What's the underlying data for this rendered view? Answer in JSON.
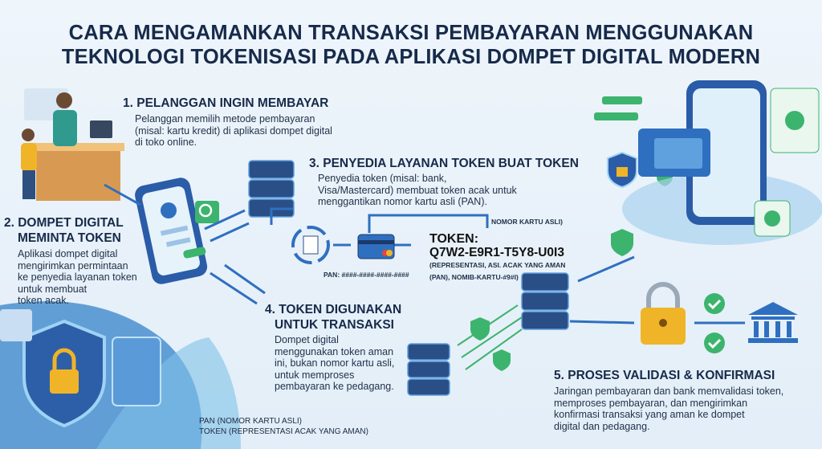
{
  "title": {
    "line1": "CARA MENGAMANKAN TRANSAKSI PEMBAYARAN MENGGUNAKAN",
    "line2": "TEKNOLOGI TOKENISASI PADA APLIKASI DOMPET DIGITAL MODERN"
  },
  "steps": [
    {
      "heading": "1. PELANGGAN INGIN MEMBAYAR",
      "body": [
        "Pelanggan memilih metode pembayaran",
        "(misal: kartu kredit) di aplikasi dompet digital",
        "di toko online."
      ]
    },
    {
      "heading": [
        "2. DOMPET DIGITAL",
        "MEMINTA TOKEN"
      ],
      "body": [
        "Aplikasi dompet digital",
        "mengirimkan permintaan",
        "ke penyedia layanan token",
        "untuk membuat",
        "token acak."
      ]
    },
    {
      "heading": "3. PENYEDIA LAYANAN TOKEN BUAT TOKEN",
      "body": [
        "Penyedia token (misal: bank,",
        "Visa/Mastercard) membuat token acak untuk",
        "menggantikan nomor kartu asli (PAN)."
      ]
    },
    {
      "heading": [
        "4. TOKEN DIGUNAKAN",
        "UNTUK TRANSAKSI"
      ],
      "body": [
        "Dompet digital",
        "menggunakan token aman",
        "ini, bukan nomor kartu asli,",
        "untuk memproses",
        "pembayaran ke pedagang."
      ]
    },
    {
      "heading": "5. PROSES VALIDASI & KONFIRMASI",
      "body": [
        "Jaringan pembayaran dan bank memvalidasi token,",
        "memproses pembayaran, dan mengirimkan",
        "konfirmasi transaksi yang aman ke dompet",
        "digital dan pedagang."
      ]
    }
  ],
  "token_panel": {
    "nomor_label": "NOMOR KARTU ASLI)",
    "token_label": "TOKEN:",
    "token_value": "Q7W2-E9R1-T5Y8-U0I3",
    "token_note1": "(REPRESENTASI, ASI. ACAK YANG AMAN",
    "token_note2": "(PAN), NOMIB-KARTU-#9#I)",
    "pan_masked": "PAN: ####-####-####-####"
  },
  "legend": {
    "pan": "PAN (NOMOR KARTU ASLI)",
    "token": "TOKEN (REPRESENTASI ACAK YANG AMAN)"
  },
  "colors": {
    "navy": "#172a4a",
    "blue": "#2f6fc0",
    "green": "#3cb46e",
    "gold": "#f0b429",
    "bg": "#e8f2fa"
  }
}
